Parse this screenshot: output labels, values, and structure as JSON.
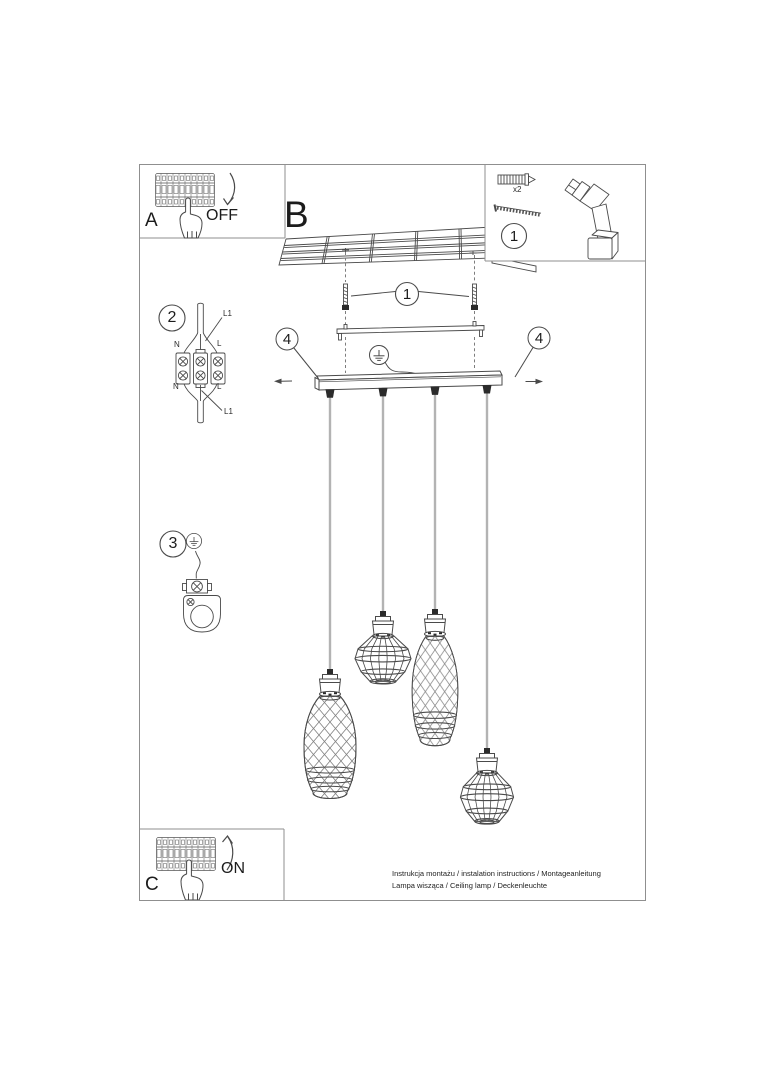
{
  "doc": {
    "footer_line1": "Instrukcja montażu / instalation instructions / Montageanleitung",
    "footer_line2": "Lampa wisząca / Ceiling lamp / Deckenleuchte"
  },
  "panels": {
    "a_label": "A",
    "a_action": "OFF",
    "b_label": "B",
    "c_label": "C",
    "c_action": "ON"
  },
  "kit": {
    "number": "1",
    "screw_qty": "x2"
  },
  "callouts": {
    "screws": "1",
    "wiring": "2",
    "strain_relief": "3",
    "canopy_left": "4",
    "canopy_right": "4"
  },
  "wiring_labels": {
    "l1_top": "L1",
    "n_top": "N",
    "l_top": "L",
    "n_bottom": "N",
    "l_bottom": "L",
    "l1_bottom": "L1"
  },
  "icons": {
    "fuse_panel": "breaker-panel-icon",
    "hand": "pointing-hand-icon",
    "arrow_off": "curved-arrow-down-icon",
    "arrow_on": "curved-arrow-up-icon",
    "wall_plug": "wall-anchor-icon",
    "screw": "screw-icon",
    "drill": "cordless-drill-icon",
    "ground": "earth-ground-symbol",
    "ceiling": "ceiling-planks",
    "lamp_bottle": "wire-cage-bottle-shade",
    "lamp_diamond": "wire-cage-diamond-shade"
  },
  "colors": {
    "line": "#4a4a4a",
    "border": "#8f8f8f",
    "cord": "#b3b3b3",
    "dark_fill": "#2b2b2b",
    "text": "#1c1c1c"
  }
}
